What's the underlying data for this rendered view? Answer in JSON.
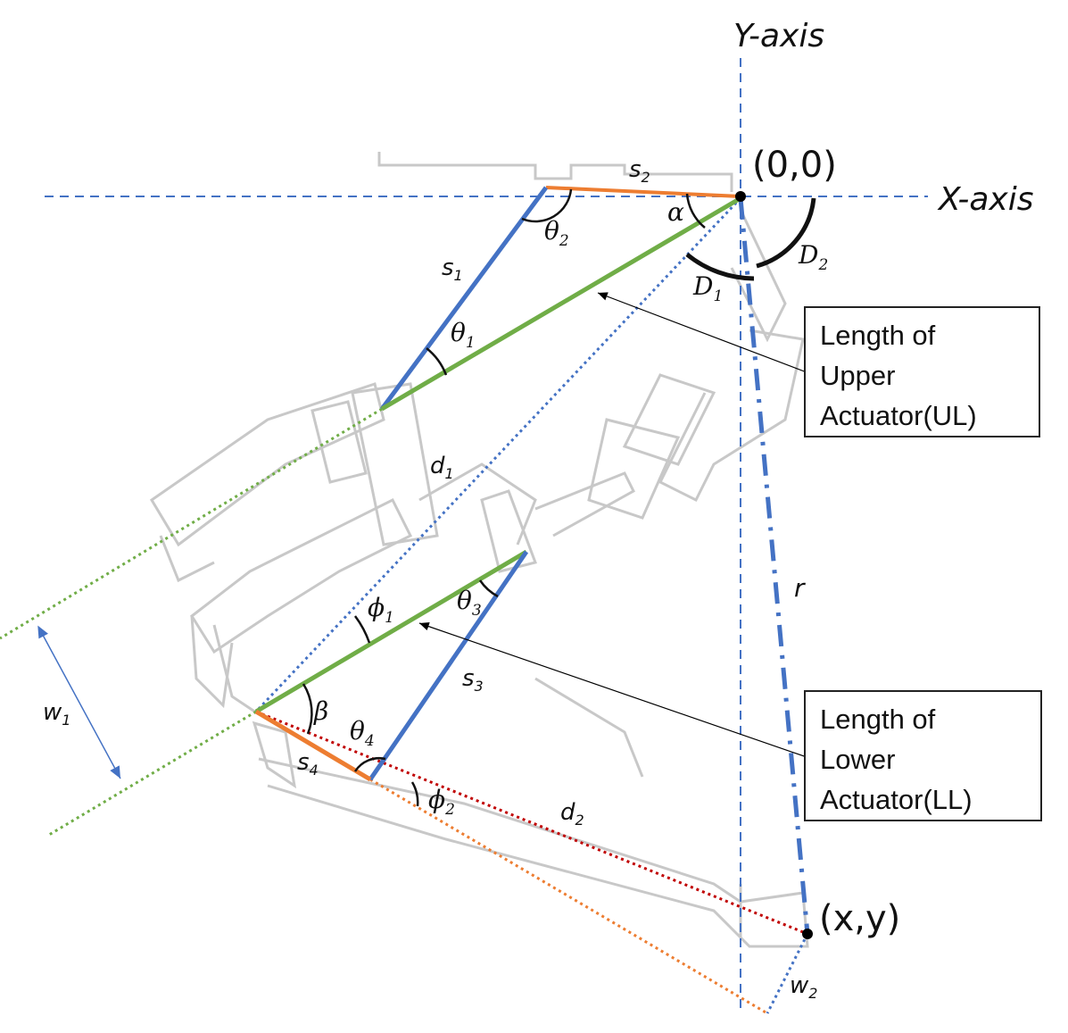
{
  "axes": {
    "y_label": "Y-axis",
    "x_label": "X-axis"
  },
  "points": {
    "origin": "(0,0)",
    "end": "(x,y)"
  },
  "symbols": {
    "s1": "s",
    "s1_sub": "1",
    "s2": "s",
    "s2_sub": "2",
    "s3": "s",
    "s3_sub": "3",
    "s4": "s",
    "s4_sub": "4",
    "theta1": "θ",
    "theta1_sub": "1",
    "theta2": "θ",
    "theta2_sub": "2",
    "theta3": "θ",
    "theta3_sub": "3",
    "theta4": "θ",
    "theta4_sub": "4",
    "phi1": "ϕ",
    "phi1_sub": "1",
    "phi2": "ϕ",
    "phi2_sub": "2",
    "alpha": "α",
    "beta": "β",
    "D1": "D",
    "D1_sub": "1",
    "D2": "D",
    "D2_sub": "2",
    "d1": "d",
    "d1_sub": "1",
    "d2": "d",
    "d2_sub": "2",
    "w1": "w",
    "w1_sub": "1",
    "w2": "w",
    "w2_sub": "2",
    "r": "r"
  },
  "callouts": {
    "upper": {
      "line1": "Length  of",
      "line2": "Upper",
      "line3": "Actuator(UL)"
    },
    "lower": {
      "line1": "Length  of",
      "line2": "Lower",
      "line3": "Actuator(LL)"
    }
  },
  "colors": {
    "blue": "#4472C4",
    "orange": "#ED7D31",
    "green": "#70AD47",
    "red": "#C00000",
    "black": "#000000",
    "ghost": "#C8C8C8"
  }
}
